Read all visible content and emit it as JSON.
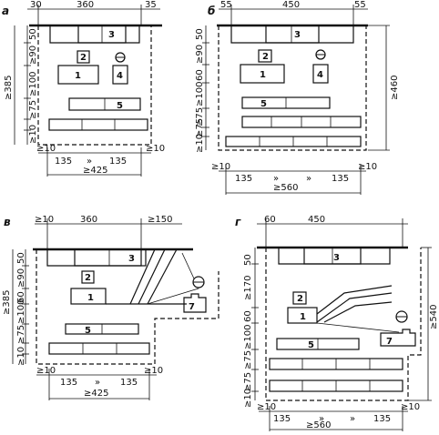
{
  "panels": {
    "a": {
      "letter": "а",
      "top_dims": [
        "30",
        "360",
        "35"
      ],
      "left_dims": [
        "50",
        "≥90",
        "≥100",
        "≥75",
        "≥10"
      ],
      "overall_left": "≥385",
      "bottom_dims": [
        "≥10",
        "135",
        "»",
        "135",
        "≥10"
      ],
      "overall_bottom": "≥425",
      "equipment": [
        "3",
        "2",
        "1",
        "4",
        "5"
      ]
    },
    "b": {
      "letter": "б",
      "top_dims": [
        "55",
        "450",
        "55"
      ],
      "left_dims": [
        "50",
        "≥90",
        "60",
        "≥100",
        "≥75",
        "≥75",
        "≥10"
      ],
      "overall_right": "≥460",
      "bottom_dims": [
        "≥10",
        "135",
        "»",
        "»",
        "135",
        "≥10"
      ],
      "overall_bottom": "≥560",
      "equipment": [
        "3",
        "2",
        "1",
        "4",
        "5"
      ]
    },
    "c": {
      "letter": "в",
      "top_dims": [
        "≥10",
        "360",
        "≥150"
      ],
      "left_dims": [
        "50",
        "≥90",
        "60",
        "≥100",
        "≥75",
        "≥10"
      ],
      "overall_left": "≥385",
      "bottom_dims": [
        "≥10",
        "135",
        "»",
        "135",
        "≥10"
      ],
      "overall_bottom": "≥425",
      "equipment": [
        "3",
        "2",
        "1",
        "7",
        "5"
      ]
    },
    "d": {
      "letter": "г",
      "top_dims": [
        "60",
        "450"
      ],
      "left_dims": [
        "50",
        "≥170",
        "60",
        "≥100",
        "≥75",
        "≥75",
        "≥10"
      ],
      "overall_right": "≥540",
      "bottom_dims": [
        "≥10",
        "135",
        "»",
        "»",
        "135",
        "≥10"
      ],
      "overall_bottom": "≥560",
      "equipment": [
        "3",
        "2",
        "1",
        "7",
        "5"
      ]
    }
  }
}
